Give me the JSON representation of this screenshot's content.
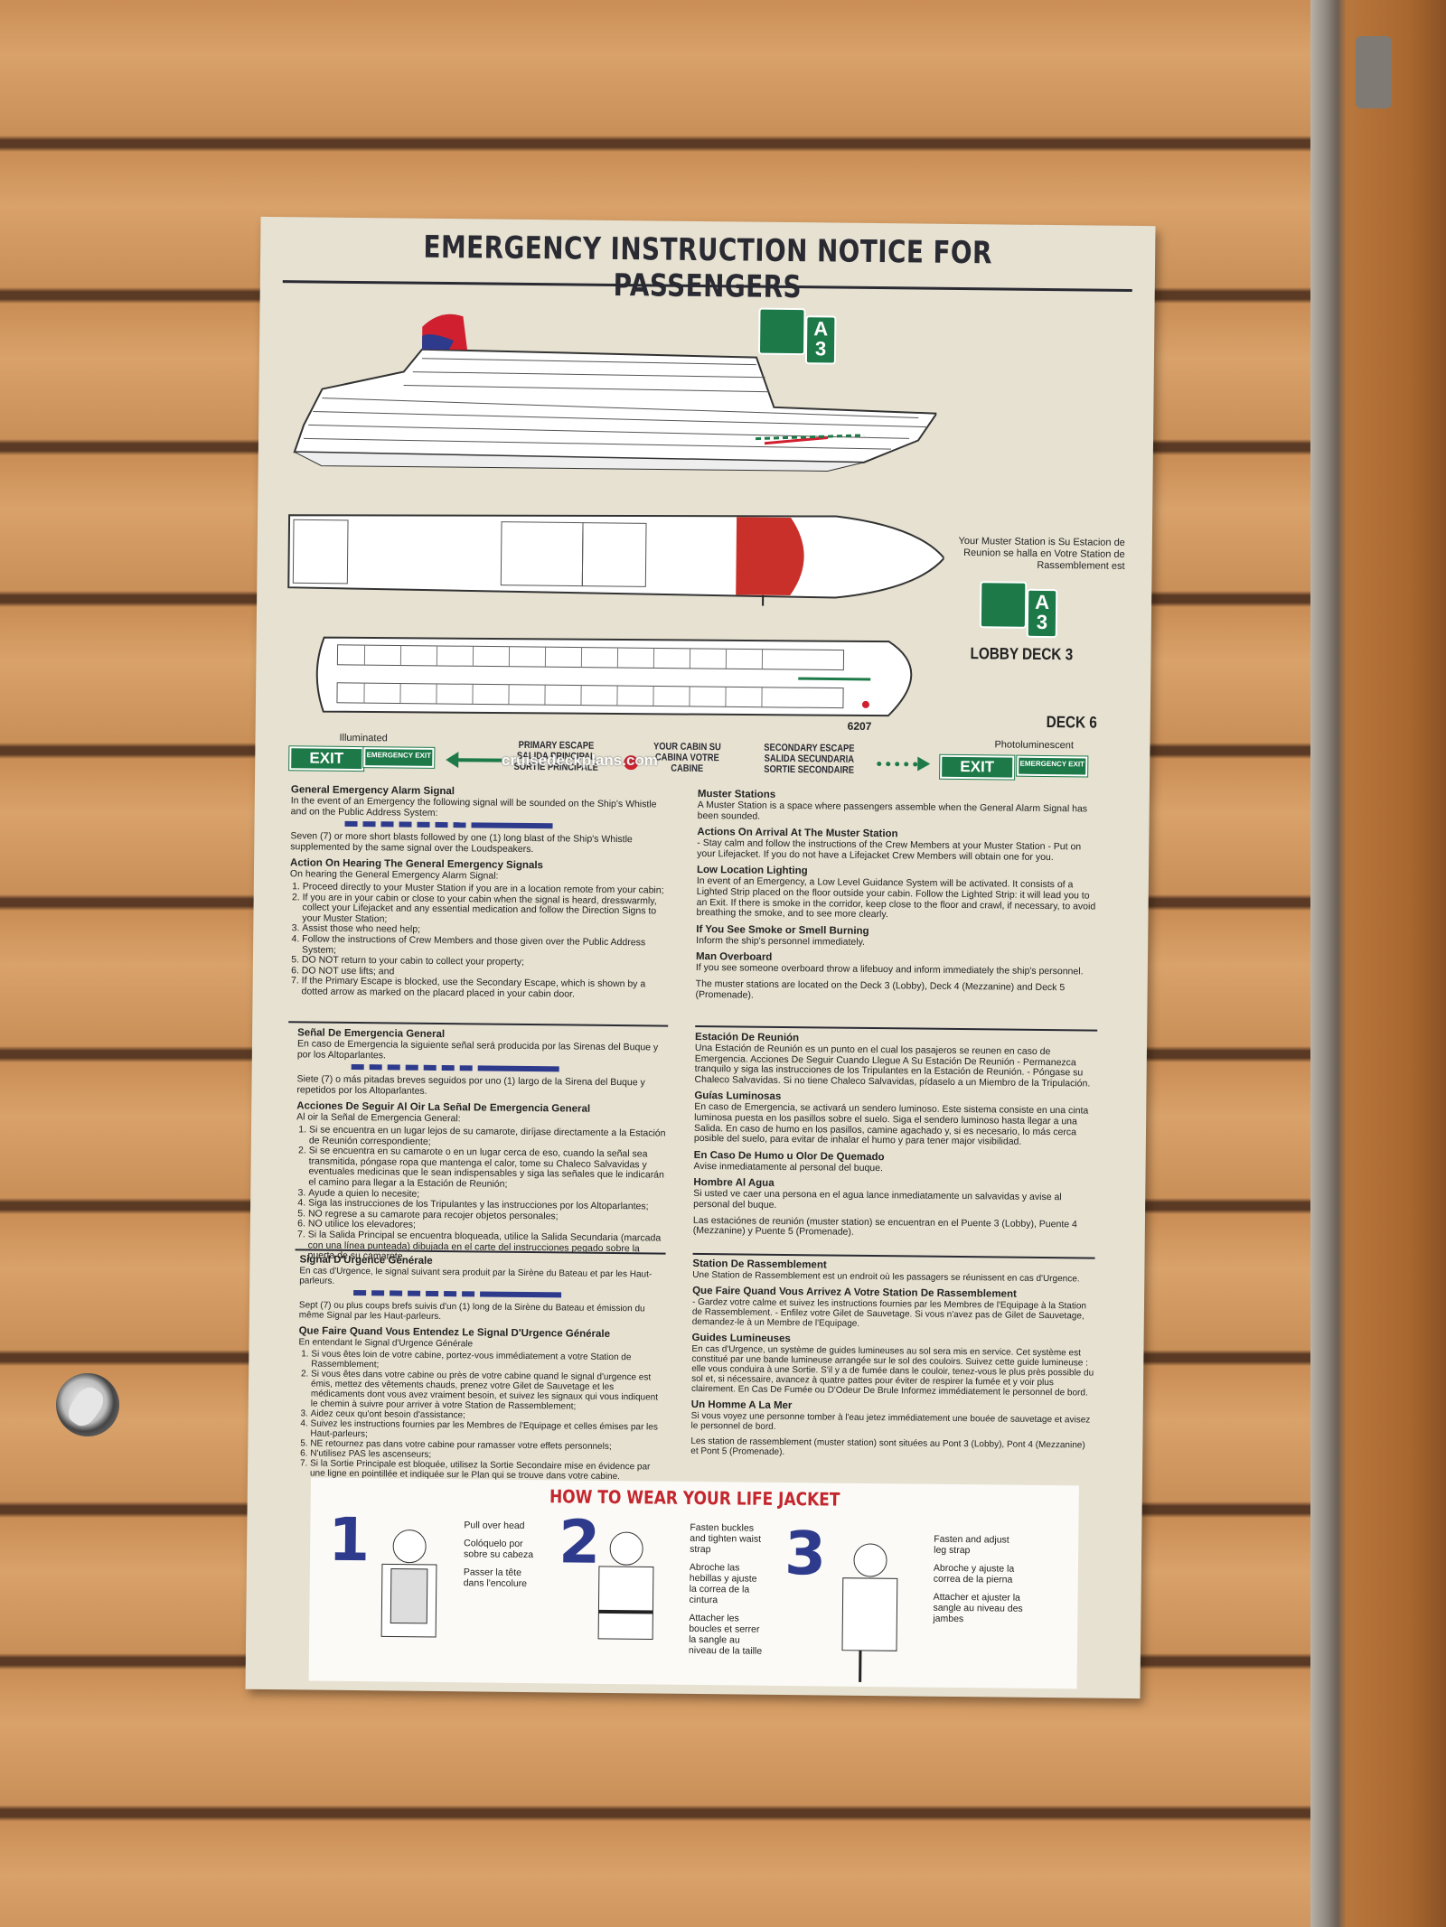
{
  "notice": {
    "title": "EMERGENCY INSTRUCTION NOTICE FOR PASSENGERS",
    "muster_note": "Your Muster Station is Su Estacion de Reunion se halla en Votre Station de Rassemblement est",
    "muster_letter": "A",
    "muster_number": "3",
    "lobby_deck": "LOBBY DECK 3",
    "deck_label": "DECK 6",
    "cabin_number": "6207"
  },
  "legend": {
    "illuminated": "Illuminated",
    "photoluminescent": "Photoluminescent",
    "exit": "EXIT",
    "emergency_exit": "EMERGENCY EXIT",
    "primary_escape": "PRIMARY ESCAPE SALIDA PRINCIPAL SORTIE PRINCIPALE",
    "your_cabin": "YOUR CABIN SU CABINA VOTRE CABINE",
    "secondary_escape": "SECONDARY ESCAPE SALIDA SECUNDARIA SORTIE SECONDAIRE"
  },
  "english_left": {
    "h1": "General Emergency Alarm Signal",
    "p1": "In the event of an Emergency the following signal will be sounded on the Ship's Whistle and on the Public Address System:",
    "p2": "Seven (7) or more short blasts followed by one (1) long blast of the Ship's Whistle supplemented by the same signal over the Loudspeakers.",
    "h2": "Action On Hearing The General Emergency Signals",
    "p3": "On hearing the General Emergency Alarm Signal:",
    "items": [
      "Proceed directly to your Muster Station if you are in a location remote from your cabin;",
      "If you are in your cabin or close to your cabin when the signal is heard, dresswarmly, collect your Lifejacket and any essential medication and follow the Direction Signs to your Muster Station;",
      "Assist those who need help;",
      "Follow the instructions of Crew Members and those given over the Public Address System;",
      "DO NOT return to your cabin to collect your property;",
      "DO NOT use lifts; and",
      "If the Primary Escape is blocked, use the Secondary Escape, which is shown by a dotted arrow as marked on the placard placed in your cabin door."
    ]
  },
  "english_right": {
    "h1": "Muster Stations",
    "p1": "A Muster Station is a space where passengers assemble when the General Alarm Signal has been sounded.",
    "h2": "Actions On Arrival At The Muster Station",
    "p2": "- Stay calm and follow the instructions of the Crew Members at your Muster Station - Put on your Lifejacket. If you do not have a Lifejacket Crew Members will obtain one for you.",
    "h3": "Low Location Lighting",
    "p3": "In event of an Emergency, a Low Level Guidance System will be activated. It consists of a Lighted Strip placed on the floor outside your cabin. Follow the Lighted Strip: it will lead you to an Exit. If there is smoke in the corridor, keep close to the floor and crawl, if necessary, to avoid breathing the smoke, and to see more clearly.",
    "h4": "If You See Smoke or Smell Burning",
    "p4": "Inform the ship's personnel immediately.",
    "h5": "Man Overboard",
    "p5": "If you see someone overboard throw a lifebuoy and inform immediately the ship's personnel.",
    "p6": "The muster stations are located on the Deck 3 (Lobby), Deck 4 (Mezzanine) and Deck 5 (Promenade)."
  },
  "spanish_left": {
    "h1": "Señal De Emergencia General",
    "p1": "En caso de Emergencia la siguiente señal será producida por las Sirenas del Buque y por los Altoparlantes.",
    "p2": "Siete (7) o más pitadas breves seguidos por uno (1) largo de la Sirena del Buque y repetidos por los Altoparlantes.",
    "h2": "Acciones De Seguir Al Oir La Señal De Emergencia General",
    "p3": "Al oir la Señal de Emergencia General:",
    "items": [
      "Si se encuentra en un lugar lejos de su camarote, diríjase directamente a la Estación de Reunión correspondiente;",
      "Si se encuentra en su camarote o en un lugar cerca de eso, cuando la señal sea transmitida, póngase ropa que mantenga el calor, tome su Chaleco Salvavidas y eventuales medicinas que le sean indispensables y siga las señales que le indicarán el camino para llegar a la Estación de Reunión;",
      "Ayude a quien lo necesite;",
      "Siga las instrucciones de los Tripulantes y las instrucciones por los Altoparlantes;",
      "NO regrese a su camarote para recojer objetos personales;",
      "NO utilice los elevadores;",
      "Si la Salida Principal se encuentra bloqueada, utilice la Salida Secundaria (marcada con una línea punteada) dibujada en el carte del instrucciones pegado sobre la puerta de su camarote."
    ]
  },
  "spanish_right": {
    "h1": "Estación De Reunión",
    "p1": "Una Estación de Reunión es un punto en el cual los pasajeros se reunen en caso de Emergencia. Acciones De Seguir Cuando Llegue A Su Estación De Reunión - Permanezca tranquilo y siga las instrucciones de los Tripulantes en la Estación de Reunión. - Póngase su Chaleco Salvavidas. Si no tiene Chaleco Salvavidas, pídaselo a un Miembro de la Tripulación.",
    "h2": "Guías Luminosas",
    "p2": "En caso de Emergencia, se activará un sendero luminoso. Este sistema consiste en una cinta luminosa puesta en los pasillos sobre el suelo. Siga el sendero luminoso hasta llegar a una Salida. En caso de humo en los pasillos, camine agachado y, si es necesario, lo más cerca posible del suelo, para evitar de inhalar el humo y para tener major visibilidad.",
    "h3": "En Caso De Humo u Olor De Quemado",
    "p3": "Avise inmediatamente al personal del buque.",
    "h4": "Hombre Al Agua",
    "p4": "Si usted ve caer una persona en el agua lance inmediatamente un salvavidas y avise al personal del buque.",
    "p5": "Las estaciónes de reunión (muster station) se encuentran en el Puente 3 (Lobby), Puente 4 (Mezzanine) y Puente 5 (Promenade)."
  },
  "french_left": {
    "h1": "Signal D'Urgence Générale",
    "p1": "En cas d'Urgence, le signal suivant sera produit par la Sirène du Bateau et par les Haut-parleurs.",
    "p2": "Sept (7) ou plus coups brefs suivis d'un (1) long de la Sirène du Bateau et émission du même Signal par les Haut-parleurs.",
    "h2": "Que Faire Quand Vous Entendez Le Signal D'Urgence Générale",
    "p3": "En entendant le Signal d'Urgence Générale",
    "items": [
      "Si vous êtes loin de votre cabine, portez-vous immédiatement a votre Station de Rassemblement;",
      "Si vous êtes dans votre cabine ou près de votre cabine quand le signal d'urgence est émis, mettez des vêtements chauds, prenez votre Gilet de Sauvetage et les médicaments dont vous avez vraiment besoin, et suivez les signaux qui vous indiquent le chemin à suivre pour arriver à votre Station de Rassemblement;",
      "Aidez ceux qu'ont besoin d'assistance;",
      "Suivez les instructions fournies par les Membres de l'Equipage et celles émises par les Haut-parleurs;",
      "NE retournez pas dans votre cabine pour ramasser votre effets personnels;",
      "N'utilisez PAS les ascenseurs;",
      "Si la Sortie Principale est bloquée, utilisez la Sortie Secondaire mise en évidence par une ligne en pointillée et indiquée sur le Plan qui se trouve dans votre cabine."
    ]
  },
  "french_right": {
    "h1": "Station De Rassemblement",
    "p1": "Une Station de Rassemblement est un endroit où les passagers se réunissent en cas d'Urgence.",
    "h2": "Que Faire Quand Vous Arrivez A Votre Station De Rassemblement",
    "p2": "- Gardez votre calme et suivez les instructions fournies par les Membres de l'Equipage à la Station de Rassemblement. - Enfilez votre Gilet de Sauvetage. Si vous n'avez pas de Gilet de Sauvetage, demandez-le à un Membre de l'Equipage.",
    "h3": "Guides Lumineuses",
    "p3": "En cas d'Urgence, un système de guides lumineuses au sol sera mis en service. Cet système est constitué par une bande lumineuse arrangée sur le sol des couloirs. Suivez cette guide lumineuse : elle vous conduira à une Sortie. S'il y a de fumée dans le couloir, tenez-vous le plus près possible du sol et, si nécessaire, avancez à quatre pattes pour éviter de respirer la fumée et y voir plus clairement. En Cas De Fumée ou D'Odeur De Brule Informez immédiatement le personnel de bord.",
    "h4": "Un Homme A La Mer",
    "p4": "Si vous voyez une personne tomber à l'eau jetez immédiatement une bouée de sauvetage et avisez le personnel de bord.",
    "p5": "Les station de rassemblement (muster station) sont situées au Pont 3 (Lobby), Pont 4 (Mezzanine) et Pont 5 (Promenade)."
  },
  "jacket": {
    "title": "HOW TO WEAR YOUR LIFE JACKET",
    "step1": {
      "num": "1",
      "t1": "Pull over head",
      "t2": "Colóquelo por sobre su cabeza",
      "t3": "Passer la tête dans l'encolure"
    },
    "step2": {
      "num": "2",
      "t1": "Fasten buckles and tighten waist strap",
      "t2": "Abroche las hebillas y ajuste la correa de la cintura",
      "t3": "Attacher les boucles et serrer la sangle au niveau de la taille"
    },
    "step3": {
      "num": "3",
      "t1": "Fasten and adjust leg strap",
      "t2": "Abroche y ajuste la correa de la pierna",
      "t3": "Attacher et ajuster la sangle au niveau des jambes"
    }
  },
  "watermark": "cruisedeckplans.com",
  "colors": {
    "exit_green": "#1d7a48",
    "blast_blue": "#2e3a8c",
    "jacket_red": "#c4262e",
    "cabin_red": "#d0202f"
  }
}
